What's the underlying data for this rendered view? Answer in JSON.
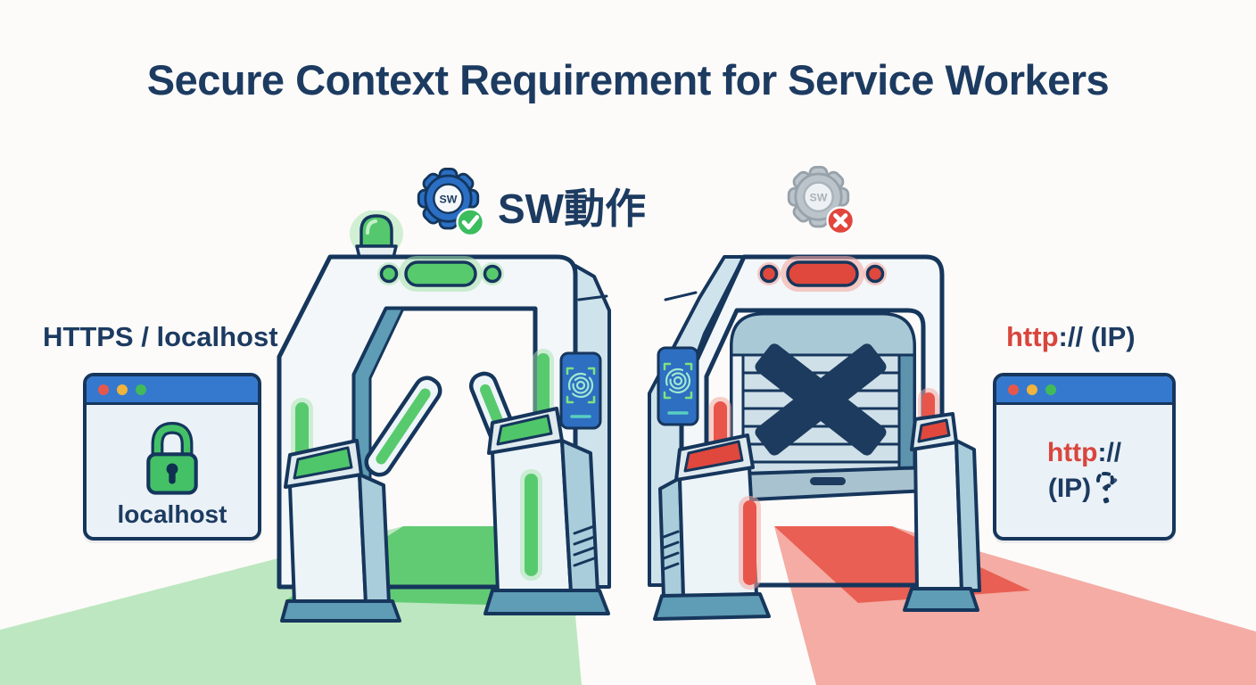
{
  "title": "Secure Context Requirement for Service Workers",
  "colors": {
    "navy_outline": "#16365c",
    "title_text": "#1d3b61",
    "success_green": "#53c76c",
    "success_green_glow": "#a5e3ad",
    "error_red": "#e0483d",
    "error_red_glow": "#f4a9a2",
    "browser_bar_blue": "#3579cf",
    "scanner_blue": "#2e6fc2",
    "gear_blue": "#2a6fc4",
    "gear_gray": "#bcc4cb",
    "structure_light": "#f3f7f9",
    "structure_side_blue": "#cfe3ec",
    "structure_teal": "#5f9cb5",
    "traffic_dot_red": "#e4584c",
    "traffic_dot_yellow": "#f0b43c",
    "traffic_dot_green": "#42ba5a"
  },
  "allowed_side": {
    "heading": "HTTPS / localhost",
    "gear_label": "SW",
    "status_text": "SW動作",
    "browser": {
      "page_text": "localhost"
    },
    "icons": {
      "gear": "service-worker-gear",
      "badge": "check-badge",
      "lock": "secure-padlock",
      "scanner": "fingerprint-scanner",
      "beacon": "green-beacon"
    }
  },
  "blocked_side": {
    "heading_scheme": "http",
    "heading_rest": ":// (IP)",
    "gear_label": "SW",
    "browser": {
      "line1_scheme": "http",
      "line1_rest": "://",
      "line2": "(IP)"
    },
    "icons": {
      "gear": "service-worker-gear-disabled",
      "badge": "error-badge",
      "blocked": "x-mark",
      "scanner": "fingerprint-scanner",
      "glitch": "broken-question-mark"
    }
  }
}
